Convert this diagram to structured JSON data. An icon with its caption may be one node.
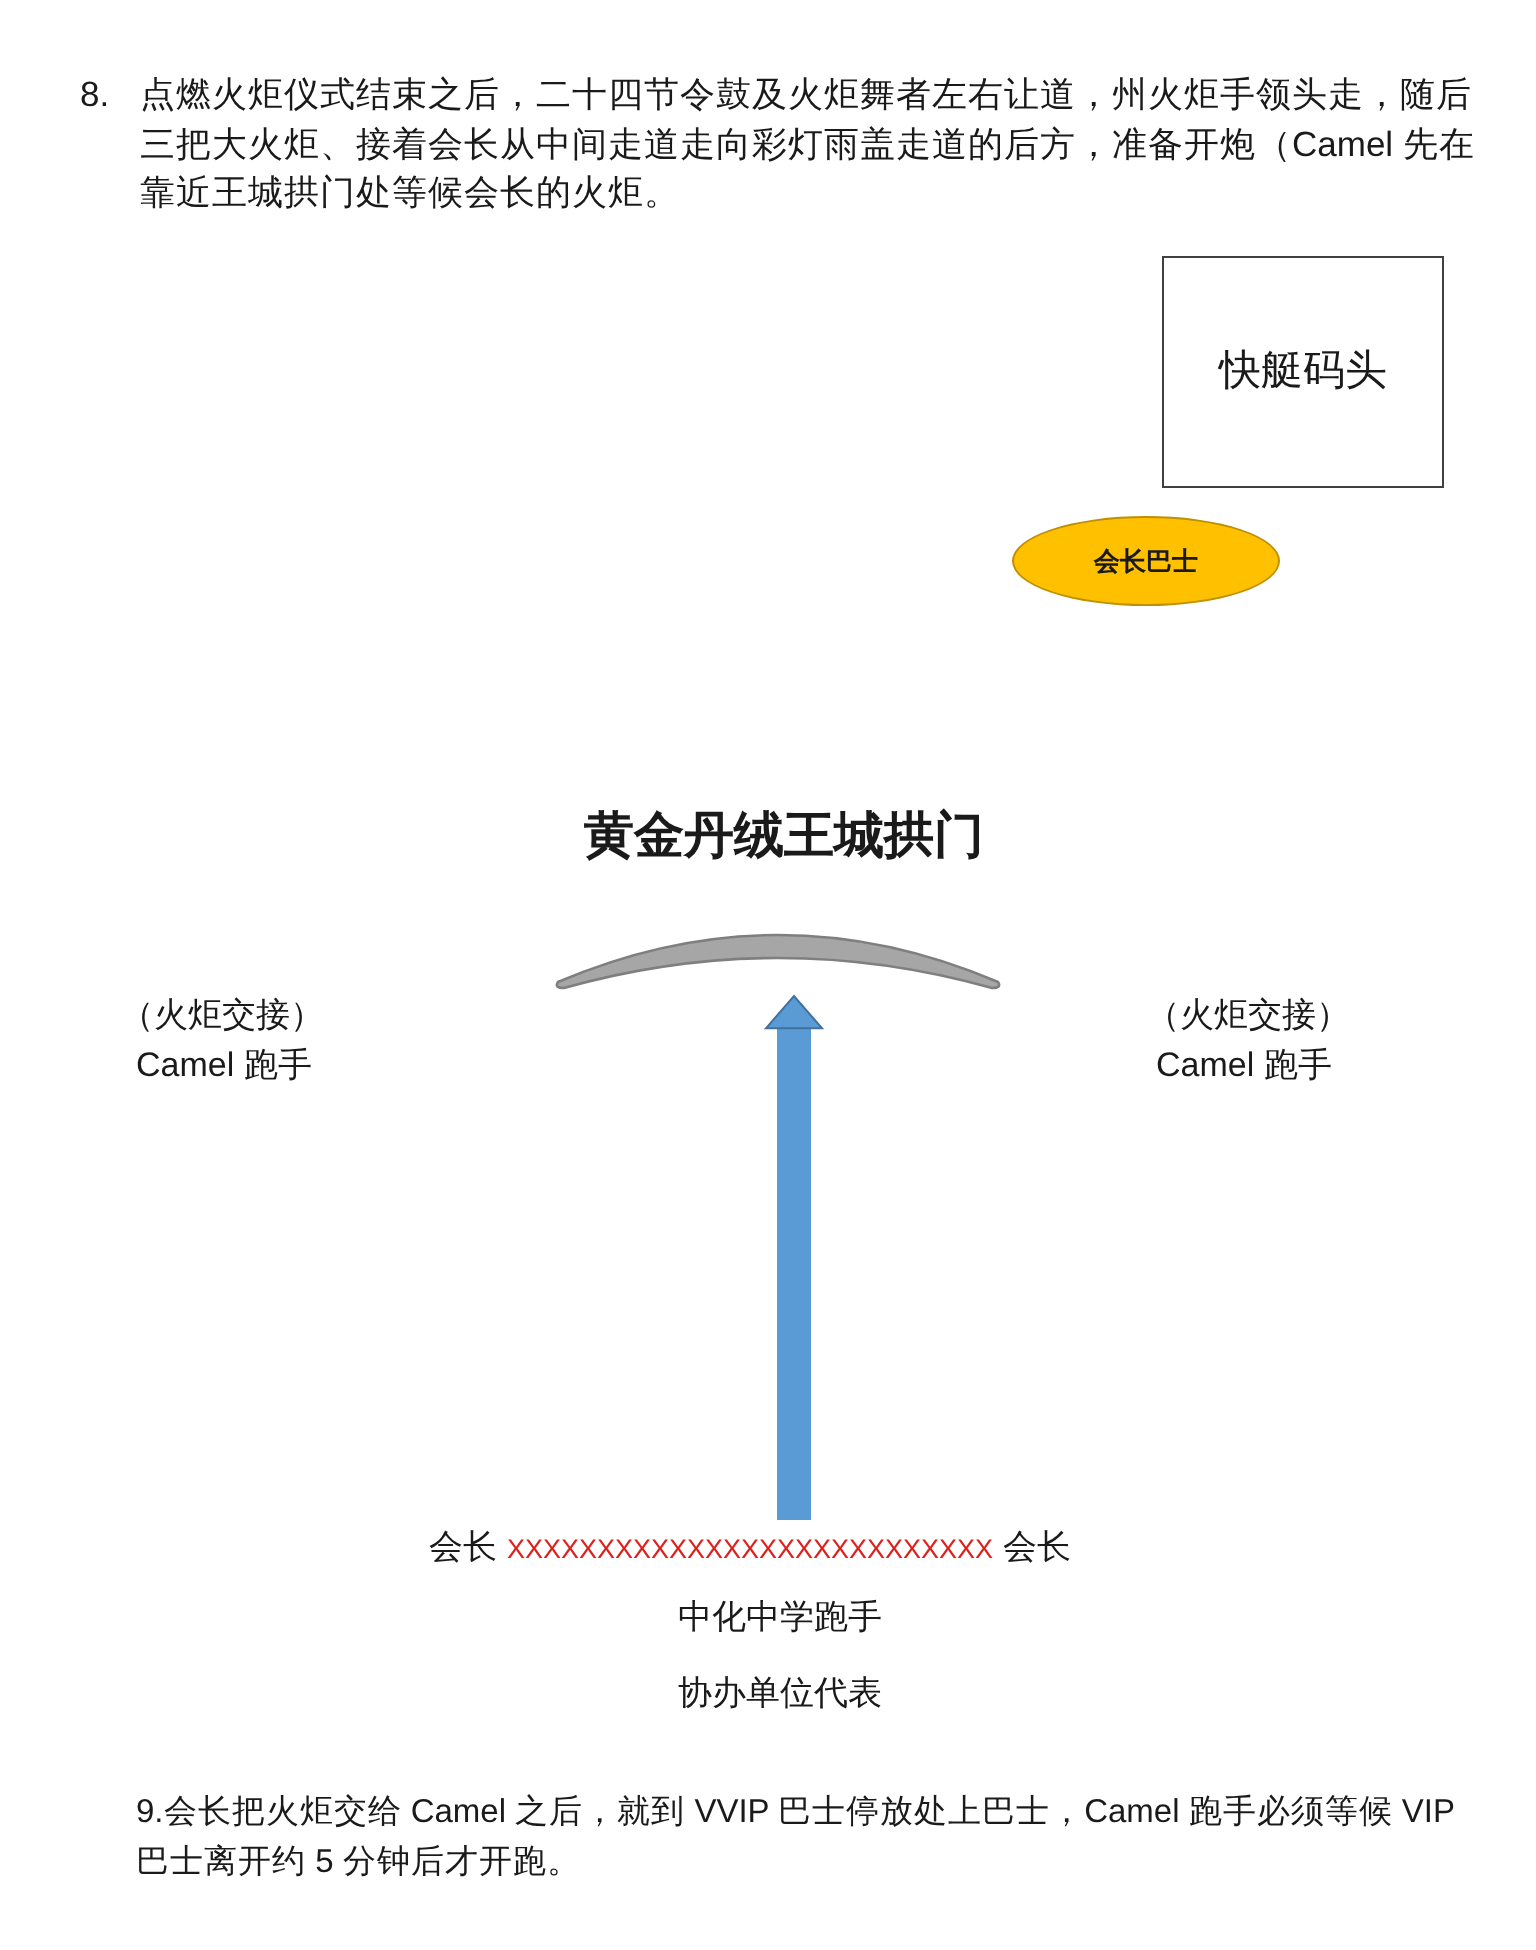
{
  "diagram": {
    "nodes": [
      {
        "text": [
          "快艇码头"
        ]
      },
      {
        "text": [
          "会长巴士"
        ]
      },
      {
        "text": [],
        "shape": "arch",
        "beside": [
          "黄金丹绒王城拱门"
        ]
      },
      {
        "text": [
          "会长",
          "XXXXXXXXXXXXXXXXXXXXXXXXXXX",
          "会长"
        ]
      }
    ],
    "edges": [
      {
        "from": 3,
        "to": 2,
        "arrow": "to"
      }
    ],
    "labels": [
      "8.",
      "点燃火炬仪式结束之后，二十四节令鼓及火炬舞者左右让道，州火炬手领头走，随后三把大火炬、接着会长从中间走道走向彩灯雨盖走道的后方，准备开炮（Camel 先在靠近王城拱门处等候会长的火炬。",
      "（火炬交接）",
      "Camel 跑手",
      "（火炬交接）",
      "Camel 跑手",
      "中化中学跑手",
      "协办单位代表",
      "9.会长把火炬交给 Camel 之后，就到 VVIP 巴士停放处上巴士，Camel 跑手必须等候 VIP 巴士离开约 5 分钟后才开跑。"
    ]
  }
}
